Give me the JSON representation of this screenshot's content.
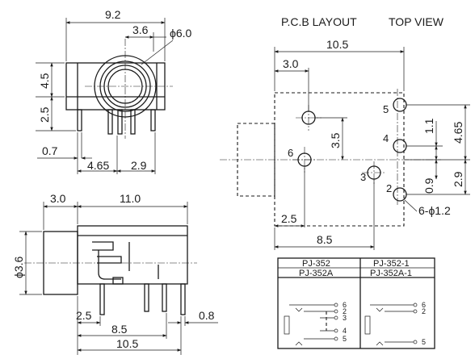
{
  "titles": {
    "layout": "P.C.B LAYOUT",
    "view": "TOP VIEW"
  },
  "front_view": {
    "width": "9.2",
    "offset": "3.6",
    "diameter": "ϕ6.0",
    "height_upper": "4.5",
    "height_lower": "2.5",
    "pin_gap": "0.7",
    "pin_span": "4.65",
    "pin_end": "2.9"
  },
  "side_view": {
    "front_len": "3.0",
    "body_len": "11.0",
    "diameter": "ϕ3.6",
    "pin_a": "2.5",
    "pin_b": "8.5",
    "total": "10.5",
    "thick": "0.8"
  },
  "pcb": {
    "width": "10.5",
    "x1": "3.0",
    "y1": "3.5",
    "dx_pin": "2.5",
    "dx_total": "8.5",
    "r1": "1.1",
    "r2": "4.65",
    "r3": "0.9",
    "r4": "2.9",
    "hole": "6-ϕ1.2",
    "pins": [
      "5",
      "4",
      "6",
      "3",
      "2"
    ]
  },
  "table": {
    "headers": [
      "PJ-352",
      "PJ-352-1",
      "PJ-352A",
      "PJ-352A-1"
    ],
    "left_pins": [
      "6",
      "2",
      "3",
      "4",
      "5"
    ],
    "right_pins": [
      "6",
      "2",
      "5"
    ]
  }
}
